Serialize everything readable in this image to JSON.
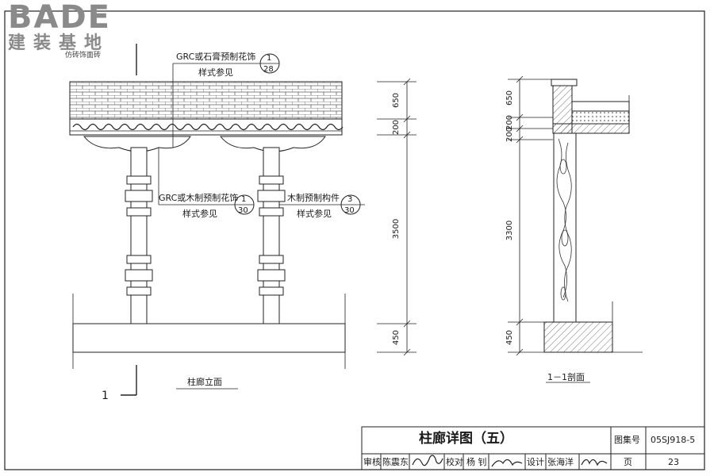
{
  "logo": {
    "main": "BADE",
    "sub": "建装基地"
  },
  "elevation": {
    "callout_top": "GRC或石膏预制花饰",
    "callout_top_sub": "样式参见",
    "callout_top_ref": {
      "num": "1",
      "page": "28"
    },
    "callout_mid": "GRC或木制预制花饰",
    "callout_mid_sub": "样式参见",
    "callout_mid_ref": {
      "num": "1",
      "page": "30"
    },
    "callout_right": "木制预制构件",
    "callout_right_sub": "样式参见",
    "callout_right_ref": {
      "num": "3",
      "page": "30"
    },
    "wall_note": "仿砖饰面砖",
    "section_mark": "1",
    "title": "柱廊立面"
  },
  "dimensions_left": [
    "650",
    "200",
    "3500",
    "450"
  ],
  "dimensions_right": [
    "650",
    "200",
    "200",
    "3300",
    "450"
  ],
  "section_title": "1－1剖面",
  "title_block": {
    "title": "柱廊详图（五）",
    "atlas_label": "图集号",
    "atlas_no": "05SJ918-5",
    "review_label": "审核",
    "reviewer": "陈震东",
    "check_label": "校对",
    "checker": "杨 钊",
    "design_label": "设计",
    "designer": "张海洋",
    "page_label": "页",
    "page_no": "23"
  }
}
